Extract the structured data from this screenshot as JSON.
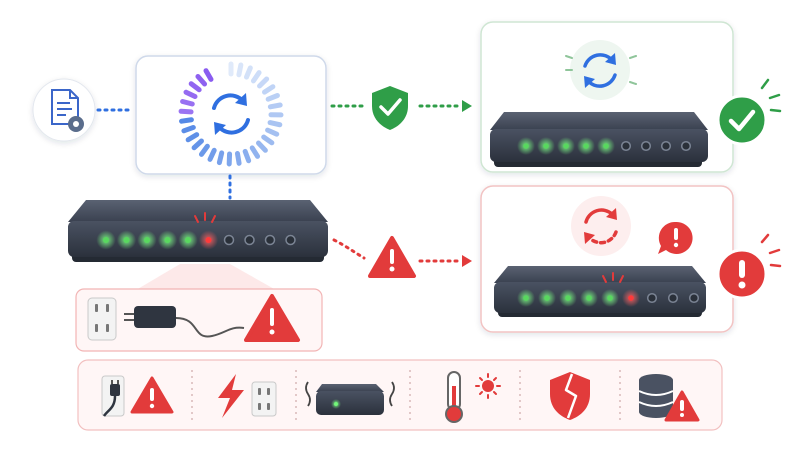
{
  "scene": {
    "colors": {
      "blue": "#2f6fe0",
      "purple": "#8a5cf0",
      "green": "#2f9e48",
      "red": "#e23b3b",
      "device": "#3a4250",
      "led_green": "#59d85f",
      "led_red": "#ff3a3a"
    },
    "center_router": {
      "led_states": [
        "green",
        "green",
        "green",
        "green",
        "green",
        "red",
        "off",
        "off",
        "off",
        "off"
      ]
    },
    "success_router": {
      "led_states": [
        "green",
        "green",
        "green",
        "green",
        "green",
        "off",
        "off",
        "off",
        "off"
      ]
    },
    "failure_router": {
      "led_states": [
        "green",
        "green",
        "green",
        "green",
        "green",
        "red",
        "off",
        "off",
        "off"
      ]
    },
    "icons": {
      "config_file": "document-gear-icon",
      "update_spinner": "sync-progress-icon",
      "verified": "shield-check-icon",
      "success": "check-circle-icon",
      "warning": "warning-triangle-icon",
      "failed_sync": "broken-sync-icon",
      "alert": "exclamation-circle-icon",
      "message_alert": "chat-alert-icon"
    },
    "causes": [
      {
        "id": "unplugged-power",
        "icon": "plug-warning-icon"
      },
      {
        "id": "power-surge",
        "icon": "lightning-outlet-icon"
      },
      {
        "id": "overheating-device",
        "icon": "vibrating-router-icon"
      },
      {
        "id": "high-temperature",
        "icon": "thermometer-sun-icon"
      },
      {
        "id": "security-breach",
        "icon": "broken-shield-icon"
      },
      {
        "id": "storage-error",
        "icon": "database-warning-icon"
      }
    ]
  }
}
